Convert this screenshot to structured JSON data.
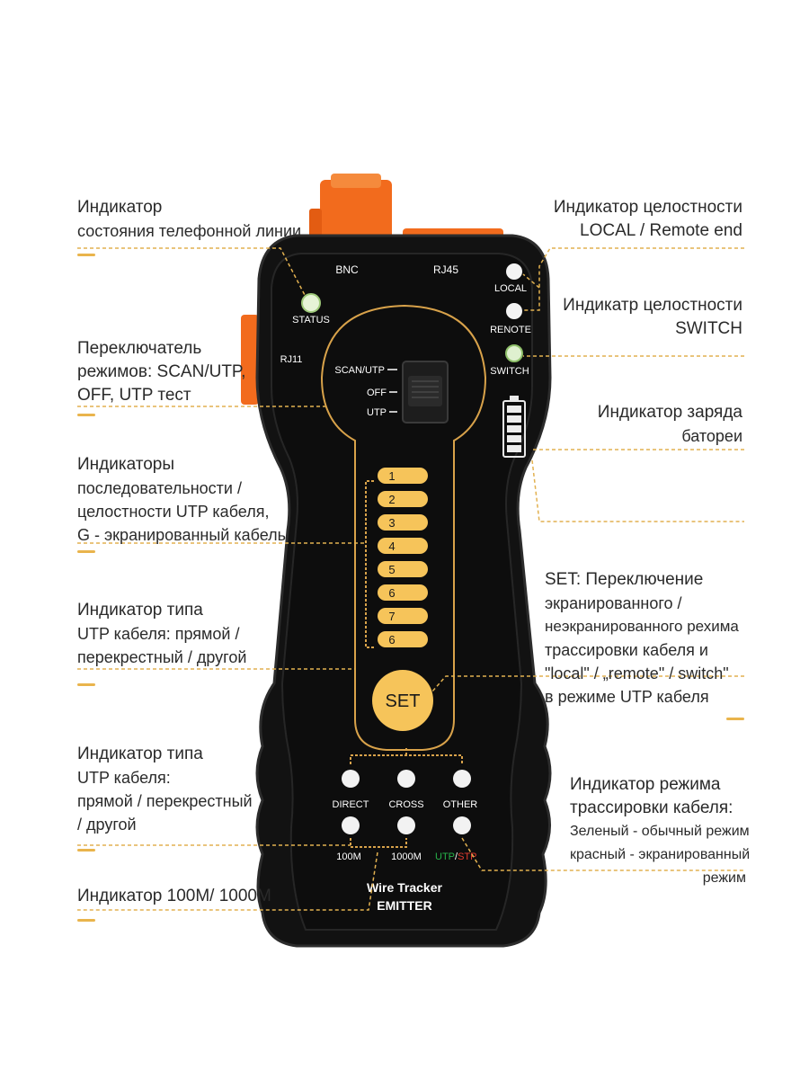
{
  "device": {
    "title_line1": "Wire Tracker",
    "title_line2": "EMITTER",
    "bnc_label": "BNC",
    "rj45_label": "RJ45",
    "rj11_label": "RJ11",
    "status_label": "STATUS",
    "local_label": "LOCAL",
    "remote_label": "RENOTE",
    "switch_label": "SWITCH",
    "mode_switch": {
      "scan_utp": "SCAN/UTP",
      "off": "OFF",
      "utp": "UTP"
    },
    "pin_leds": [
      "1",
      "2",
      "3",
      "4",
      "5",
      "6",
      "7",
      "6"
    ],
    "set_button": "SET",
    "direct_label": "DIRECT",
    "cross_label": "CROSS",
    "other_label": "OTHER",
    "speed_100": "100M",
    "speed_1000": "1000M",
    "utp_label": "UTP",
    "slash": "/",
    "stp_label": "STP"
  },
  "annotations": {
    "phone_line": {
      "line1": "Индикатор",
      "line2": "состояния телефонной линии"
    },
    "integrity_local": {
      "line1": "Индикатор целостности",
      "line2": "LOCAL / Remote end"
    },
    "integrity_switch": {
      "line1": "Индикатр целостности",
      "line2": "SWITCH"
    },
    "mode_switch": {
      "line1": "Переключатель",
      "line2": "режимов: SCAN/UTP,",
      "line3": "OFF, UTP тест"
    },
    "battery": {
      "line1": "Индикатор заряда",
      "line2": "батореи"
    },
    "sequence": {
      "line1": "Индикаторы",
      "line2": "последовательности /",
      "line3": "целостности UTP кабеля,",
      "line4": "G - экранированный кабель"
    },
    "set": {
      "line1": "SET: Переключение",
      "line2": "экранированного /",
      "line3": "неэкранированного рехима",
      "line4": "трассировки кабеля и",
      "line5": "\"local\" / „remote\" / switch\"",
      "line6": "в режиме UTP кабеля"
    },
    "cable_type_1": {
      "line1": "Индикатор типа",
      "line2": "UTP кабеля: прямой /",
      "line3": "перекрестный / другой"
    },
    "cable_type_2": {
      "line1": "Индикатор типа",
      "line2": "UTP кабеля:",
      "line3": "прямой / перекрестный",
      "line4": "/ другой"
    },
    "trace_mode": {
      "line1": "Индикатор режима",
      "line2": "трассировки кабеля:",
      "line3": "Зеленый - обычный режим",
      "line4": "красный - экранированный",
      "line5": "режим"
    },
    "speed": {
      "line1": "Индикатор 100M/ 1000M"
    }
  },
  "colors": {
    "body": "#121212",
    "outline": "#d8a24a",
    "orange": "#f26b1d",
    "led_yellow": "#f6c45a",
    "green_text": "#27b34a",
    "red_text": "#e23b2e",
    "accent_dash": "#e9b44c"
  }
}
